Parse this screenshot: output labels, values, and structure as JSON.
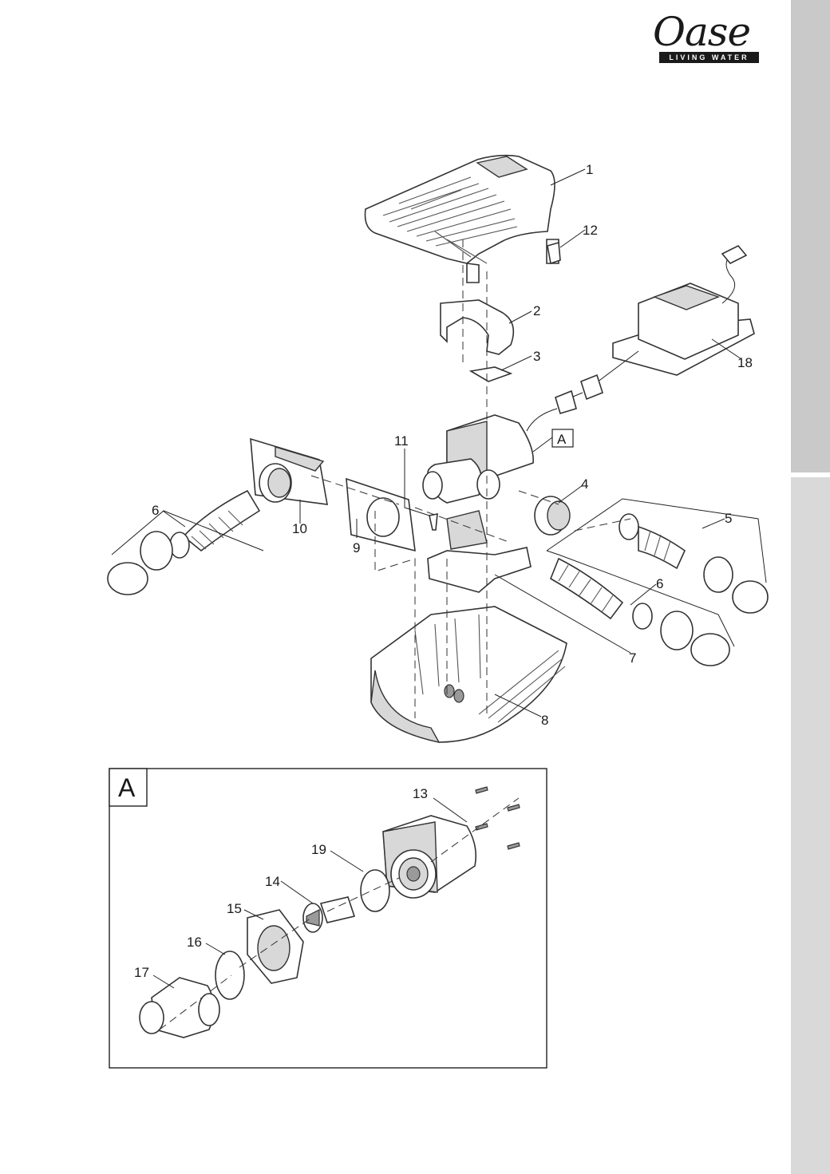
{
  "brand": {
    "name": "Oase",
    "tagline": "LIVING WATER"
  },
  "detail_box": {
    "label": "A"
  },
  "callouts": {
    "main": [
      "1",
      "2",
      "3",
      "4",
      "5",
      "6",
      "6",
      "7",
      "8",
      "9",
      "10",
      "11",
      "12",
      "18"
    ],
    "reference_box": "A",
    "detail": [
      "13",
      "14",
      "15",
      "16",
      "17",
      "19"
    ]
  },
  "colors": {
    "side_tab_upper": "#c9c9c9",
    "side_tab_lower": "#d9d9d9",
    "line_art": "#333333"
  }
}
